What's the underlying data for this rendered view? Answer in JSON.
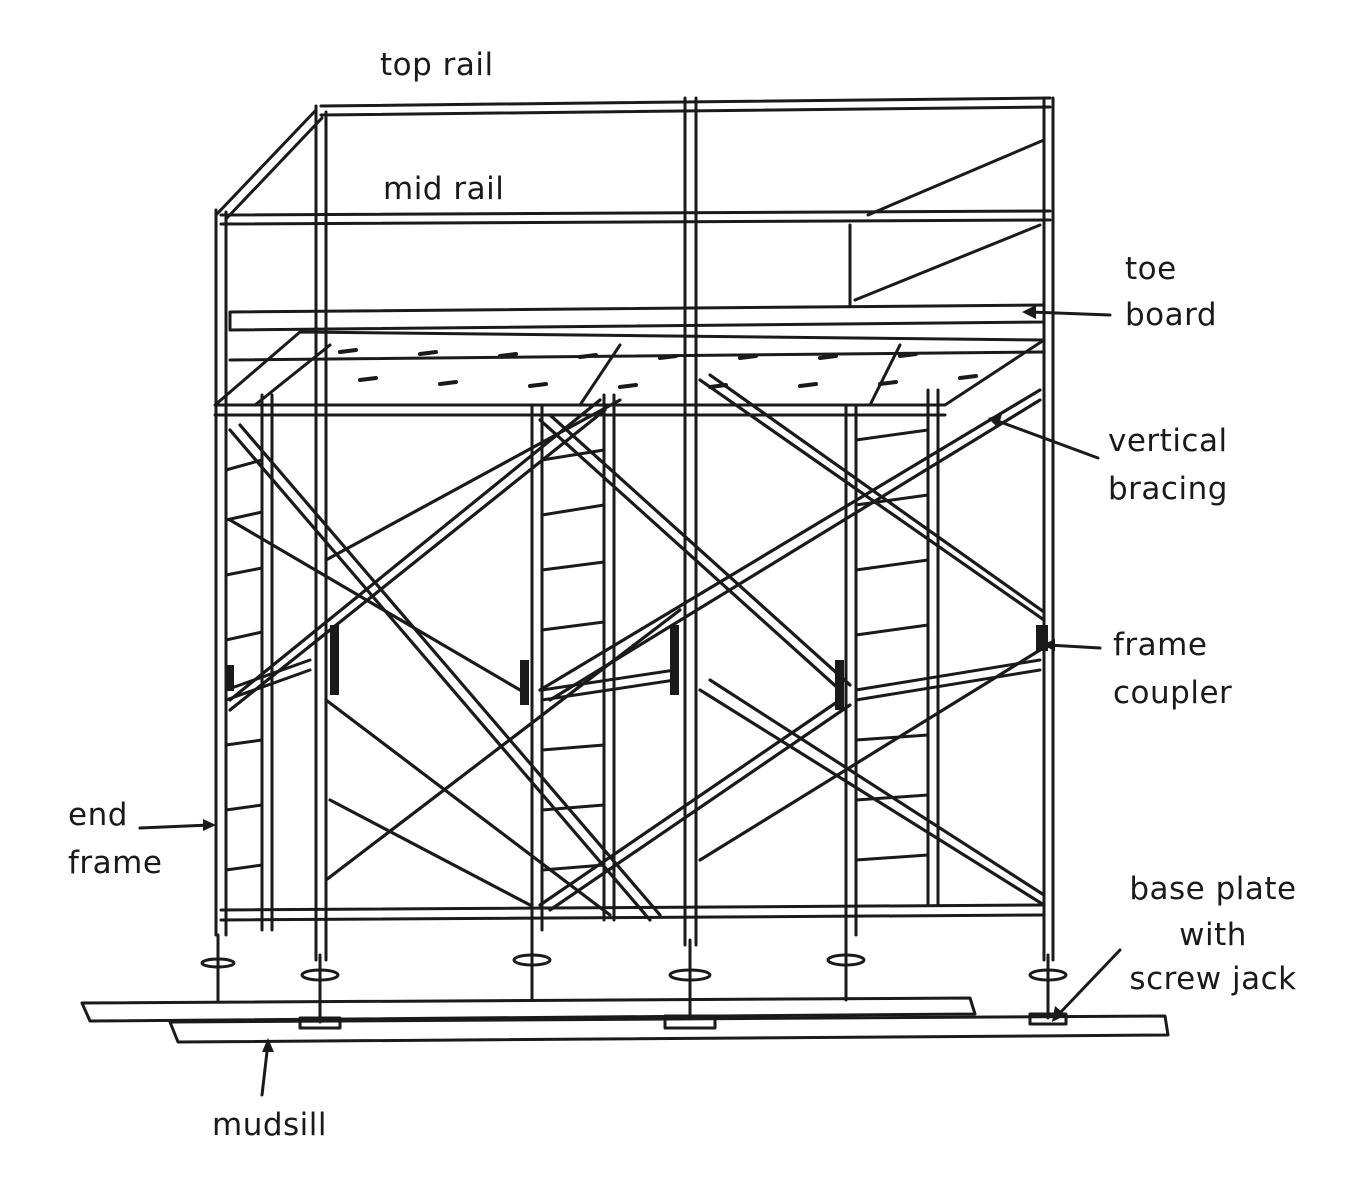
{
  "labels": {
    "top_rail": "top rail",
    "mid_rail": "mid rail",
    "toe_board": [
      "toe",
      "board"
    ],
    "vertical_bracing": [
      "vertical",
      "bracing"
    ],
    "frame_coupler": [
      "frame",
      "coupler"
    ],
    "end_frame": [
      "end",
      "frame"
    ],
    "base_plate": [
      "base plate",
      "with",
      "screw jack"
    ],
    "mudsill": "mudsill"
  },
  "colors": {
    "ink": "#1a1a1a",
    "paper": "#ffffff"
  }
}
